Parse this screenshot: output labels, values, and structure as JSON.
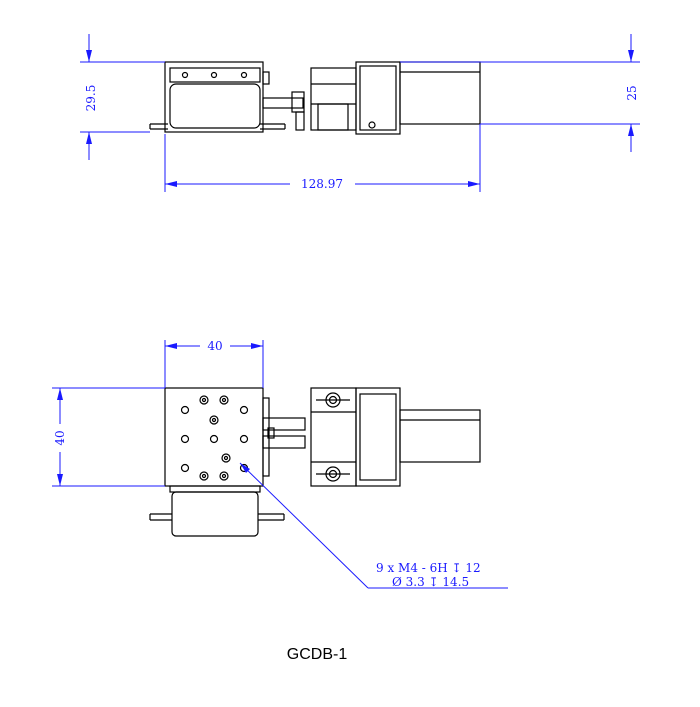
{
  "title": "GCDB-1",
  "dimensions": {
    "height_top": "29.5",
    "height_right": "25",
    "total_length": "128.97",
    "width_top": "40",
    "height_left": "40"
  },
  "callout": {
    "line1": "9 x  M4 - 6H ↧ 12",
    "line2": "Ø 3.3 ↧ 14.5"
  },
  "colors": {
    "dimension": "#1a1aff",
    "outline": "#000000"
  }
}
